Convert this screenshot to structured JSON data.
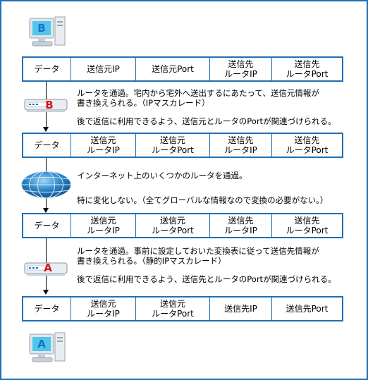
{
  "pc_top": {
    "label": "B",
    "label_color": "#1e6ec8"
  },
  "pc_bottom": {
    "label": "A",
    "label_color": "#1e6ec8"
  },
  "router_b": {
    "label": "B",
    "label_color": "#e0101a"
  },
  "router_a": {
    "label": "A",
    "label_color": "#e0101a"
  },
  "packets": [
    [
      "データ",
      "送信元IP",
      "送信元Port",
      "送信先\nルータIP",
      "送信先\nルータPort"
    ],
    [
      "データ",
      "送信元\nルータIP",
      "送信元\nルータPort",
      "送信先\nルータIP",
      "送信先\nルータPort"
    ],
    [
      "データ",
      "送信元\nルータIP",
      "送信元\nルータPort",
      "送信先\nルータIP",
      "送信先\nルータPort"
    ],
    [
      "データ",
      "送信元\nルータIP",
      "送信元\nルータPort",
      "送信先IP",
      "送信先Port"
    ]
  ],
  "notes": {
    "router_b_1": "ルータを通過。宅内から宅外へ送出するにあたって、送信元情報が\n書き換えられる。（IPマスカレード）",
    "router_b_2": "後で返信に利用できるよう、送信元とルータのPortが関連づけられる。",
    "internet_1": "インターネット上のいくつかのルータを通過。",
    "internet_2": "特に変化しない。（全てグローバルな情報なので変換の必要がない。）",
    "router_a_1": "ルータを通過。事前に設定しておいた変換表に従って送信先情報が\n書き換えられる。（静的IPマスカレード）",
    "router_a_2": "後で返信に利用できるよう、送信先とルータのPortが関連づけられる。"
  },
  "colors": {
    "border": "#1f6fb4",
    "screen": "#4fc6ea",
    "globe": "#2a83c4"
  }
}
